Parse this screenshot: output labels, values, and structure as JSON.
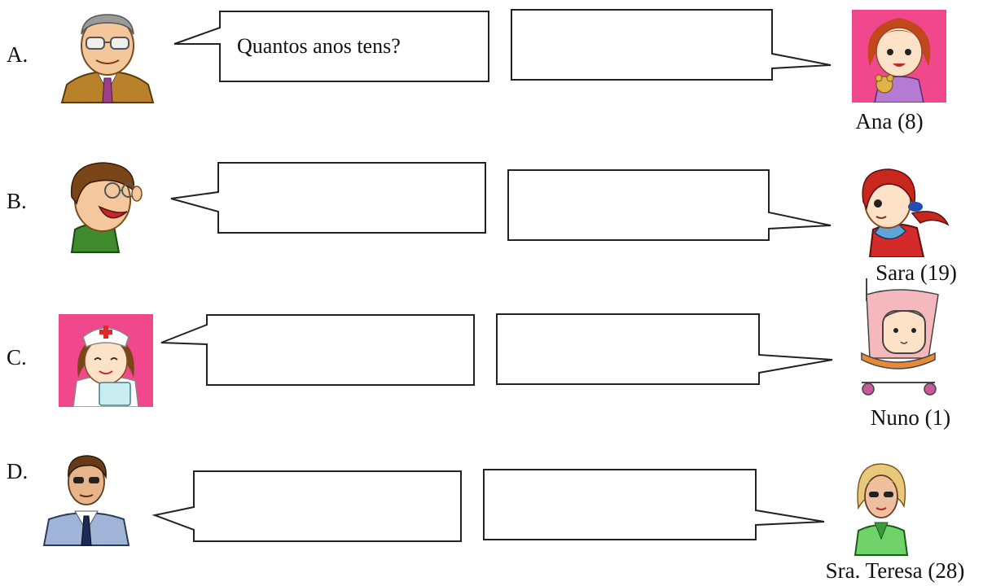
{
  "rows": [
    {
      "letter": "A.",
      "question": "Quantos anos tens?",
      "answer": "",
      "person": "Ana (8)",
      "left_icon": "old-man-with-glasses-icon",
      "right_icon": "girl-with-teddy-icon"
    },
    {
      "letter": "B.",
      "question": "",
      "answer": "",
      "person": "Sara (19)",
      "left_icon": "boy-with-glasses-icon",
      "right_icon": "red-haired-girl-icon"
    },
    {
      "letter": "C.",
      "question": "",
      "answer": "",
      "person": "Nuno (1)",
      "left_icon": "nurse-icon",
      "right_icon": "baby-in-stroller-icon"
    },
    {
      "letter": "D.",
      "question": "",
      "answer": "",
      "person": "Sra. Teresa (28)",
      "left_icon": "businessman-icon",
      "right_icon": "blonde-woman-icon"
    }
  ],
  "colors": {
    "pink_bg": "#f0478d",
    "brown_jacket": "#b9822a",
    "green_shirt": "#3f8a2c",
    "suit_blue": "#9fb4d6",
    "woman_green": "#6fd36a"
  }
}
